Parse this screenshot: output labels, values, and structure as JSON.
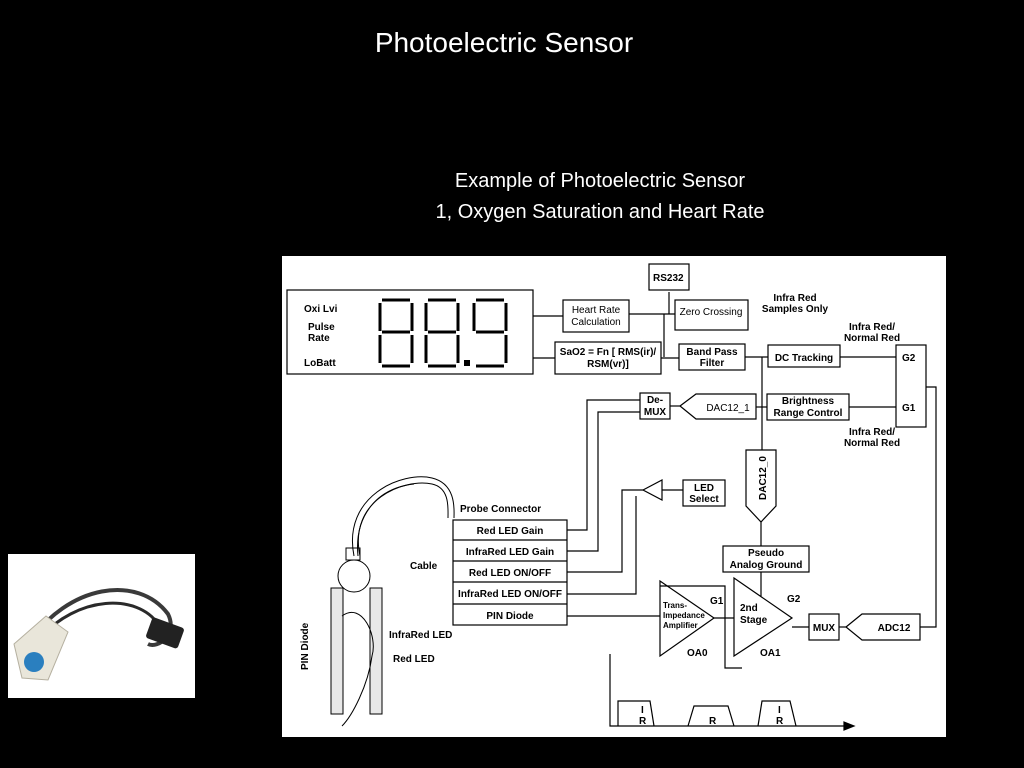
{
  "slide": {
    "title": "Photoelectric Sensor",
    "subtitle_line1": "Example of Photoelectric Sensor",
    "subtitle_line2": "1, Oxygen Saturation and Heart Rate"
  },
  "diagram": {
    "display": {
      "oxi_lvi": "Oxi Lvi",
      "pulse": "Pulse",
      "rate": "Rate",
      "lobatt": "LoBatt"
    },
    "rs232": "RS232",
    "heart_rate_calc": [
      "Heart Rate",
      "Calculation"
    ],
    "zero_crossing": "Zero Crossing",
    "infra_red_samples_only": [
      "Infra Red",
      "Samples Only"
    ],
    "sao2_formula": [
      "SaO2 = Fn [ RMS(ir)/",
      "RSM(vr)]"
    ],
    "band_pass_filter": [
      "Band Pass",
      "Filter"
    ],
    "dc_tracking": "DC Tracking",
    "infra_red_normal_red_top": [
      "Infra Red/",
      "Normal Red"
    ],
    "g2": "G2",
    "g1": "G1",
    "infra_red_normal_red_bottom": [
      "Infra Red/",
      "Normal Red"
    ],
    "demux": [
      "De-",
      "MUX"
    ],
    "dac12_1": "DAC12_1",
    "brightness_range_control": [
      "Brightness",
      "Range Control"
    ],
    "dac12_0": "DAC12_0",
    "led_select": [
      "LED",
      "Select"
    ],
    "probe_connector": "Probe Connector",
    "probe_signals": [
      "Red LED Gain",
      "InfraRed LED Gain",
      "Red LED ON/OFF",
      "InfraRed LED ON/OFF",
      "PIN Diode"
    ],
    "cable": "Cable",
    "pin_diode_side": "PIN Diode",
    "infrared_led": "InfraRed LED",
    "red_led": "Red LED",
    "pseudo_analog_ground": [
      "Pseudo",
      "Analog Ground"
    ],
    "trans_impedance_amplifier": [
      "Trans-",
      "Impedance",
      "Amplifier"
    ],
    "g1_amp": "G1",
    "g2_amp": "G2",
    "second_stage": [
      "2nd",
      "Stage"
    ],
    "mux": "MUX",
    "adc12": "ADC12",
    "oa0": "OA0",
    "oa1": "OA1",
    "pulses": [
      "I",
      "R",
      "R",
      "I",
      "R"
    ]
  }
}
